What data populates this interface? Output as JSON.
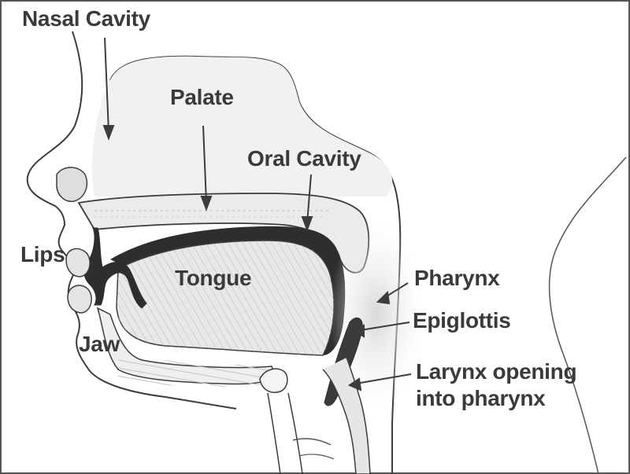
{
  "diagram": {
    "labels": {
      "nasal_cavity": "Nasal Cavity",
      "palate": "Palate",
      "oral_cavity": "Oral Cavity",
      "lips": "Lips",
      "tongue": "Tongue",
      "pharynx": "Pharynx",
      "epiglottis": "Epiglottis",
      "jaw": "Jaw",
      "larynx_line1": "Larynx opening",
      "larynx_line2": "into pharynx"
    },
    "colors": {
      "outline": "#3c3c3c",
      "label_text": "#3a3a3a",
      "cavity_dark": "#2e2e2e",
      "tissue_gray": "#cfcfcf",
      "shade_gray": "#e6e6e6"
    }
  }
}
